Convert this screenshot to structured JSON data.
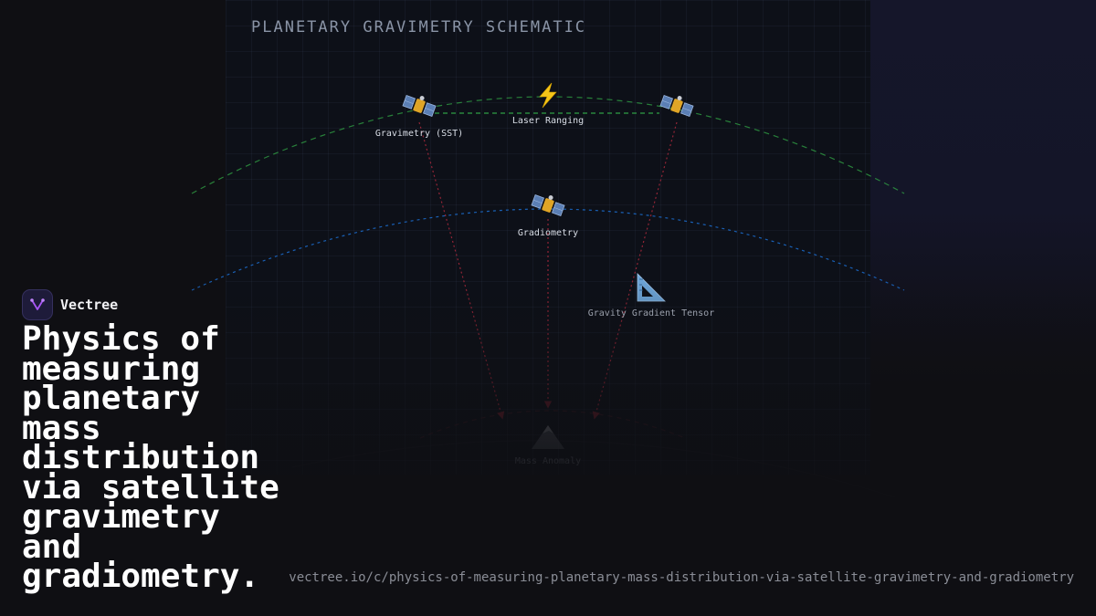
{
  "diagram": {
    "title": "PLANETARY GRAVIMETRY SCHEMATIC",
    "nodes": {
      "sst": {
        "label": "Gravimetry (SST)",
        "icon": "satellite-icon"
      },
      "laser": {
        "label": "Laser Ranging",
        "icon": "lightning-icon"
      },
      "sst_partner": {
        "label": "",
        "icon": "satellite-icon"
      },
      "gradiometry": {
        "label": "Gradiometry",
        "icon": "satellite-icon"
      },
      "tensor": {
        "label": "Gravity Gradient Tensor",
        "icon": "triangular-ruler-icon"
      },
      "anomaly": {
        "label": "Mass Anomaly",
        "icon": "mountain-icon"
      }
    },
    "colors": {
      "upper_orbit": "#2f9e44",
      "lower_orbit": "#1c6fd1",
      "signal_lines": "#a3283a",
      "panel": "#0d1018"
    }
  },
  "brand": {
    "name": "Vectree",
    "logo_icon": "vectree-logo-icon",
    "accent": "#a855f7"
  },
  "headline": "Physics of measuring planetary mass distribution via satellite gravimetry and gradiometry.",
  "footer": {
    "url": "vectree.io/c/physics-of-measuring-planetary-mass-distribution-via-satellite-gravimetry-and-gradiometry"
  }
}
